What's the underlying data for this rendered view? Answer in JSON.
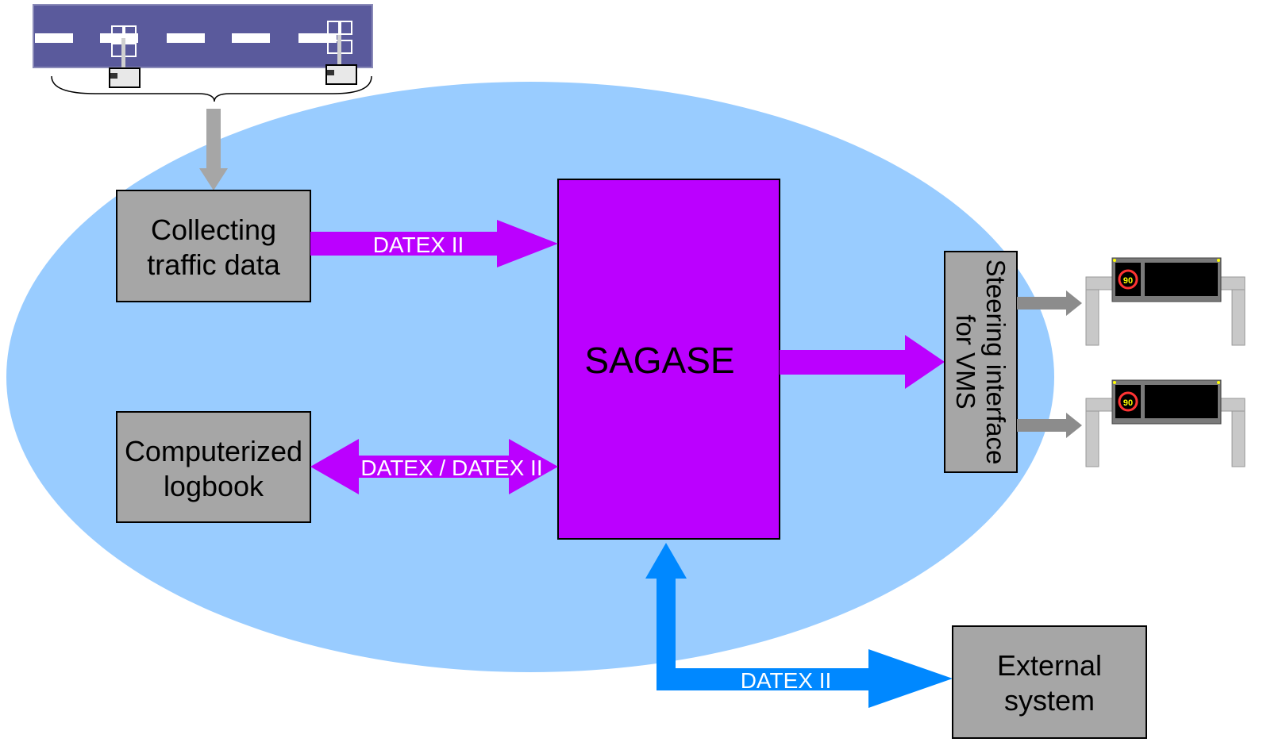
{
  "colors": {
    "ellipse": "#99ccff",
    "box_gray": "#a6a6a6",
    "sagase": "#bb00ff",
    "arrow_magenta": "#bb00ff",
    "arrow_blue": "#0088ff",
    "arrow_gray": "#8c8c8c",
    "road": "#5a5a9c",
    "vms_pole": "#c8c8c8"
  },
  "nodes": {
    "collecting": {
      "line1": "Collecting",
      "line2": "traffic data"
    },
    "logbook": {
      "line1": "Computerized",
      "line2": "logbook"
    },
    "sagase": {
      "label": "SAGASE"
    },
    "steering": {
      "line1": "Steering interface",
      "line2": "for VMS"
    },
    "external": {
      "line1": "External",
      "line2": "system"
    }
  },
  "edges": {
    "collecting_to_sagase": "DATEX II",
    "logbook_sagase": "DATEX / DATEX II",
    "sagase_external": "DATEX II"
  },
  "vms_signs": [
    {
      "speed": "90"
    },
    {
      "speed": "90"
    }
  ]
}
